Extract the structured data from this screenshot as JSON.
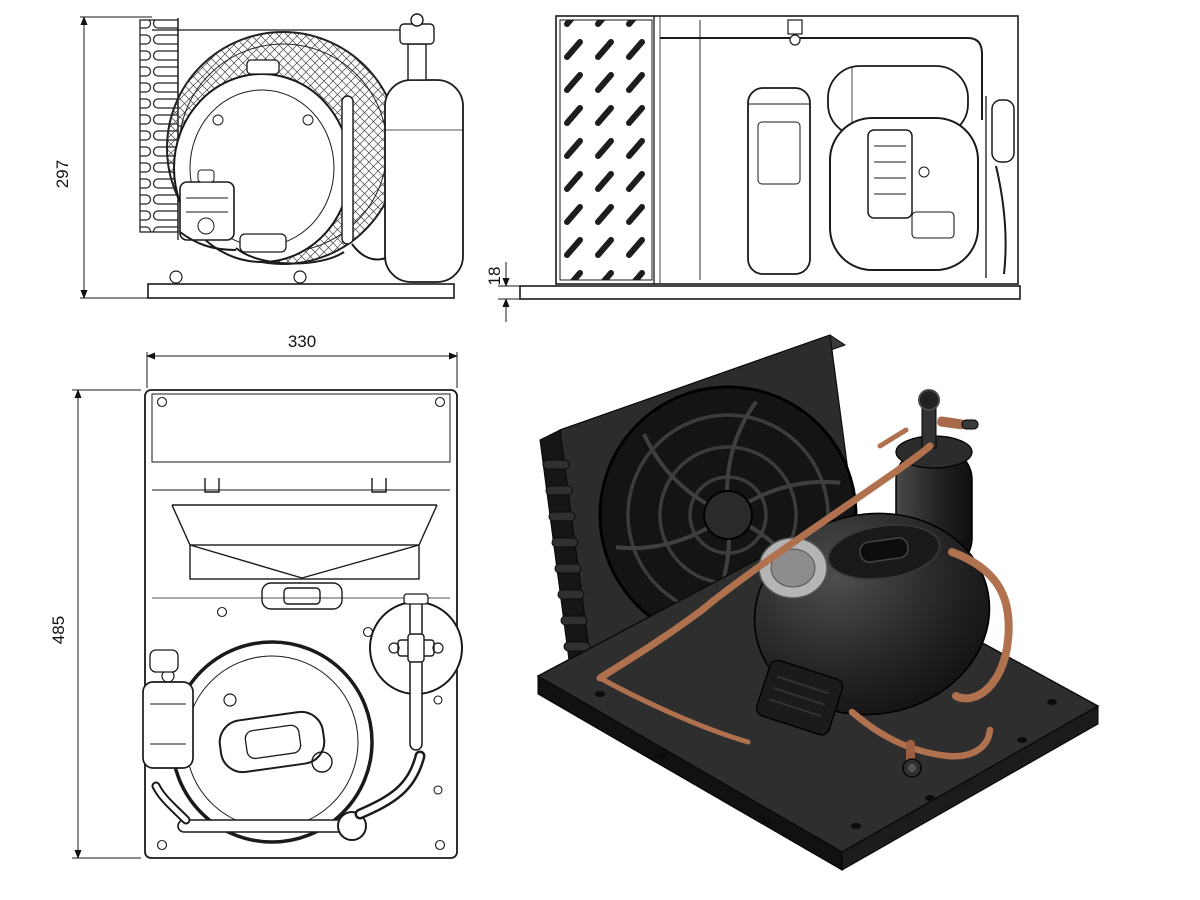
{
  "drawing": {
    "dimensions": {
      "front_height": "297",
      "base_thickness": "18",
      "top_width": "330",
      "top_depth": "485"
    },
    "colors": {
      "line": "#1a1a1a",
      "copper": "#b0714f",
      "dark_body": "#262626",
      "background": "#ffffff"
    }
  }
}
